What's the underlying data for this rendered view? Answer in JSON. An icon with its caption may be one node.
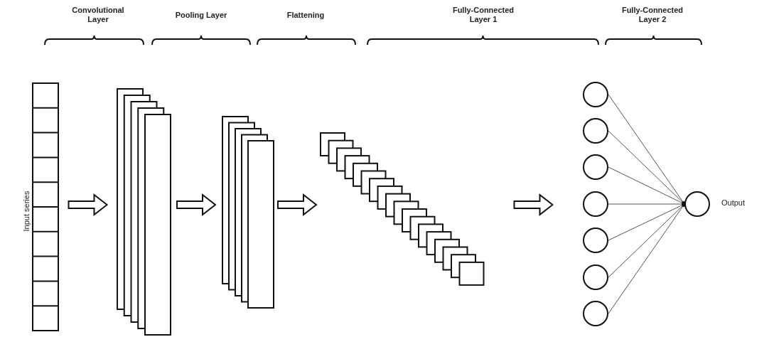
{
  "diagram": {
    "nodes": [
      {
        "text": [],
        "shape": "box",
        "beside": [
          "Input series"
        ]
      },
      {
        "text": [],
        "shape": "box"
      },
      {
        "text": [],
        "shape": "box"
      },
      {
        "text": [],
        "shape": "box"
      },
      {
        "text": [],
        "shape": "circle"
      },
      {
        "text": [],
        "shape": "circle"
      },
      {
        "text": [],
        "shape": "circle"
      },
      {
        "text": [],
        "shape": "circle"
      },
      {
        "text": [],
        "shape": "circle"
      },
      {
        "text": [],
        "shape": "circle"
      },
      {
        "text": [],
        "shape": "circle"
      },
      {
        "text": [],
        "shape": "circle",
        "beside": [
          "Output"
        ]
      }
    ],
    "edges": [
      {
        "from": 0,
        "to": 1,
        "arrow": "to"
      },
      {
        "from": 1,
        "to": 2,
        "arrow": "to"
      },
      {
        "from": 2,
        "to": 3,
        "arrow": "to"
      },
      {
        "from": 3,
        "to": 7,
        "arrow": "to"
      },
      {
        "from": 4,
        "to": 11,
        "arrow": "none"
      },
      {
        "from": 5,
        "to": 11,
        "arrow": "none"
      },
      {
        "from": 6,
        "to": 11,
        "arrow": "none"
      },
      {
        "from": 7,
        "to": 11,
        "arrow": "none"
      },
      {
        "from": 8,
        "to": 11,
        "arrow": "none"
      },
      {
        "from": 9,
        "to": 11,
        "arrow": "none"
      },
      {
        "from": 10,
        "to": 11,
        "arrow": "none"
      }
    ],
    "labels": [
      "Convolutional Layer",
      "Pooling Layer",
      "Flattening",
      "Fully-Connected Layer 1",
      "Fully-Connected Layer 2"
    ]
  }
}
